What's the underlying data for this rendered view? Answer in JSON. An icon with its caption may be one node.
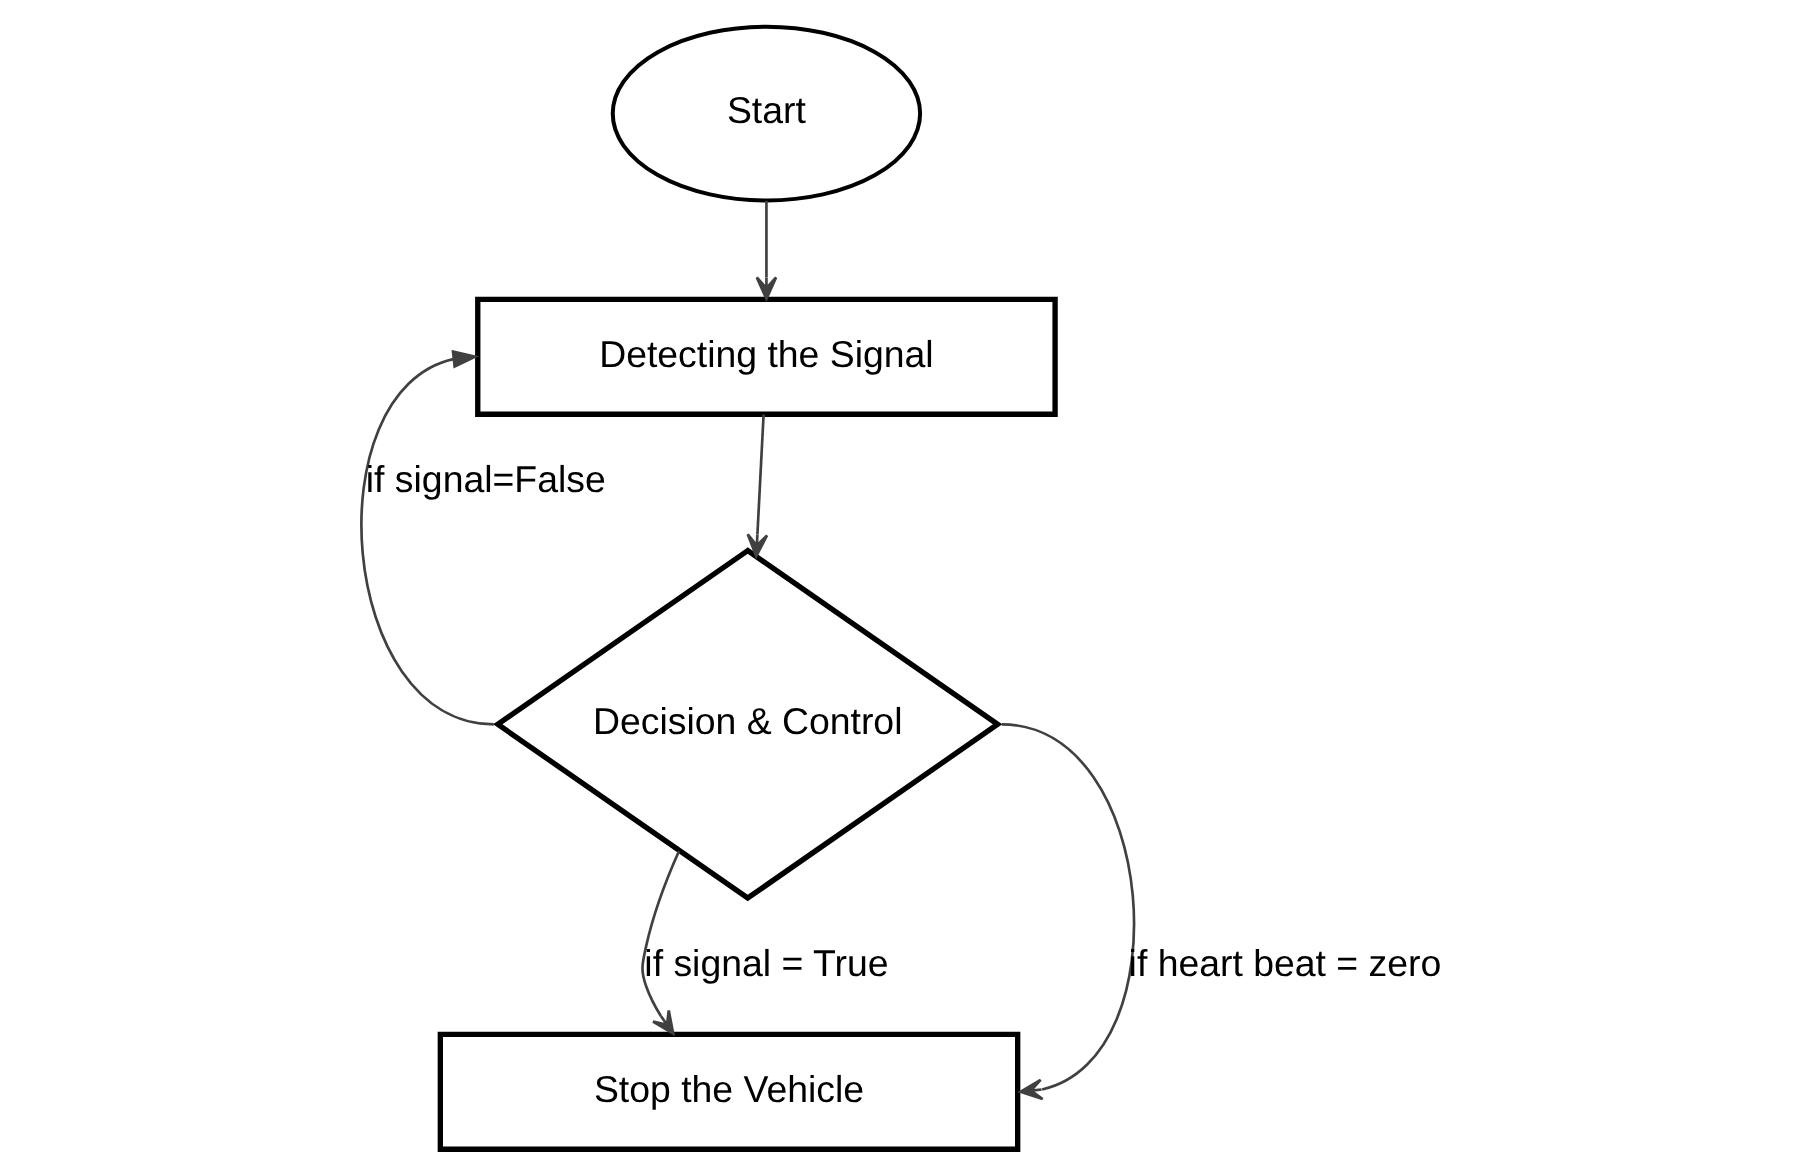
{
  "diagram": {
    "nodes": [
      {
        "text": [
          "Start"
        ]
      },
      {
        "text": [
          "Detecting the Signal"
        ]
      },
      {
        "text": [
          "Decision & Control"
        ]
      },
      {
        "text": [
          "Stop the Vehicle"
        ]
      }
    ],
    "edges": [
      {
        "from": 0,
        "to": 1,
        "arrow": "to"
      },
      {
        "from": 1,
        "to": 2,
        "arrow": "to"
      },
      {
        "from": 2,
        "to": 1,
        "arrow": "to",
        "label": "if signal=False"
      },
      {
        "from": 2,
        "to": 3,
        "arrow": "to",
        "label": "if signal = True"
      },
      {
        "from": 2,
        "to": 3,
        "arrow": "to",
        "label": "if heart beat = zero"
      }
    ]
  }
}
